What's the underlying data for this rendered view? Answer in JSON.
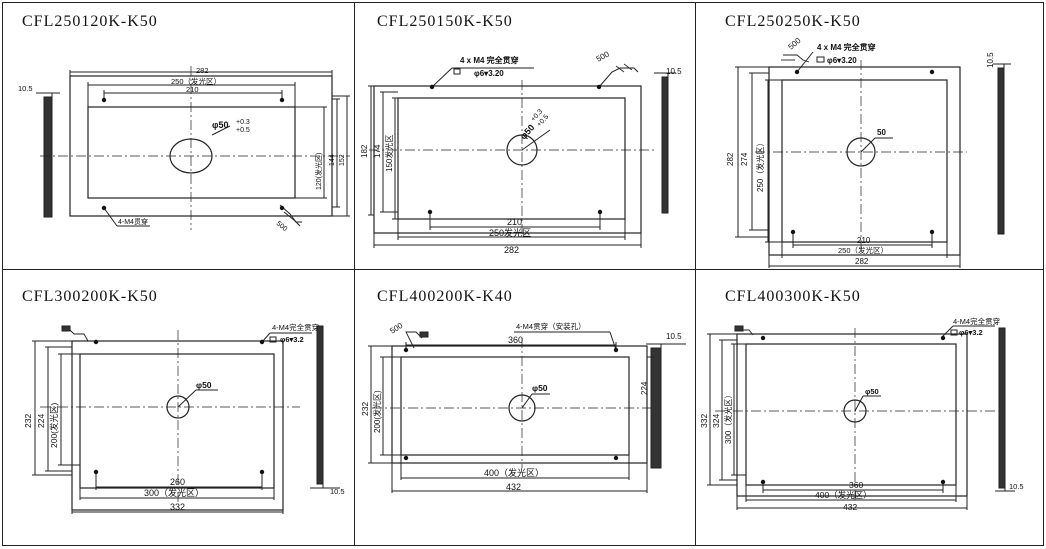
{
  "panels": [
    {
      "title": "CFL250120K-K50",
      "labels": {
        "outer_width": "282",
        "emit_width": "250（发光区）",
        "hole_spacing": "210",
        "thickness": "10.5",
        "hole_dia": "φ50",
        "hole_tol_upper": "+0.3",
        "hole_tol_lower": "+0.5",
        "emit_height": "120(发光区)",
        "mid_height": "144",
        "outer_height": "152",
        "mount_note": "4-M4贯穿",
        "cable": "500"
      }
    },
    {
      "title": "CFL250150K-K50",
      "labels": {
        "mount_note": "4 x M4  完全贯穿",
        "counterbore": "φ6▾3.20",
        "cable": "500",
        "thickness": "10.5",
        "outer_height": "182",
        "mid_height": "174",
        "emit_height": "150发光区",
        "hole_dia": "φ50",
        "hole_tol_upper": "+0.3",
        "hole_tol_lower": "+0.5",
        "hole_spacing": "210",
        "emit_width": "250发光区",
        "outer_width": "282"
      }
    },
    {
      "title": "CFL250250K-K50",
      "labels": {
        "cable": "500",
        "mount_note": "4 x M4  完全贯穿",
        "counterbore": "φ6▾3.20",
        "thickness": "10.5",
        "outer_height": "282",
        "mid_height": "274",
        "emit_height": "250（发光区）",
        "hole_dia": "50",
        "hole_spacing": "210",
        "emit_width": "250（发光区）",
        "outer_width": "282"
      }
    },
    {
      "title": "CFL300200K-K50",
      "labels": {
        "mount_note": "4-M4完全贯穿",
        "counterbore": "φ6▾3.2",
        "outer_height": "232",
        "mid_height": "224",
        "emit_height": "200(发光区)",
        "hole_dia": "φ50",
        "hole_spacing": "260",
        "emit_width": "300（发光区）",
        "outer_width": "332",
        "thickness": "10.5"
      }
    },
    {
      "title": "CFL400200K-K40",
      "labels": {
        "cable": "500",
        "mount_note": "4-M4贯穿（安装孔）",
        "thickness": "10.5",
        "hole_spacing": "360",
        "outer_height": "232",
        "emit_height": "200(发光区)",
        "hole_dia": "φ50",
        "mid_height": "224",
        "emit_width": "400（发光区）",
        "outer_width": "432"
      }
    },
    {
      "title": "CFL400300K-K50",
      "labels": {
        "mount_note": "4-M4完全贯穿",
        "counterbore": "φ6▾3.2",
        "outer_height": "332",
        "mid_height": "324",
        "emit_height": "300（发光区）",
        "hole_dia": "φ50",
        "hole_spacing": "360",
        "emit_width": "400（发光区）",
        "outer_width": "432",
        "thickness": "10.5"
      }
    }
  ]
}
